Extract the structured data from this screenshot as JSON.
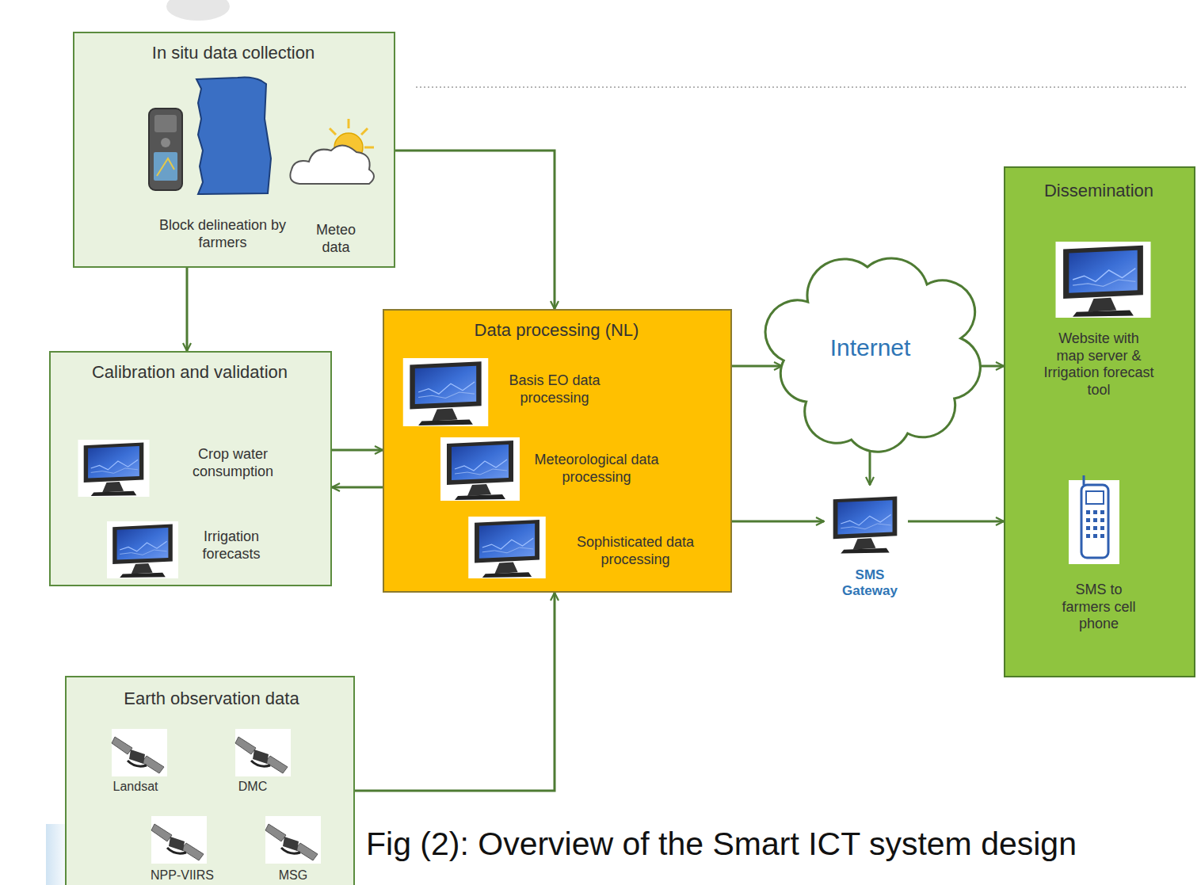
{
  "diagram": {
    "caption": "Fig (2): Overview of the Smart ICT system design",
    "nodes": [
      {
        "text": [
          "In situ data collection",
          "Block delineation by farmers",
          "Meteo data"
        ]
      },
      {
        "text": [
          "Calibration and validation",
          "Crop water consumption",
          "Irrigation forecasts"
        ]
      },
      {
        "text": [
          "Data processing (NL)",
          "Basis EO data processing",
          "Meteorological data processing",
          "Sophisticated data processing"
        ]
      },
      {
        "text": [
          "Internet"
        ]
      },
      {
        "text": [
          "SMS Gateway"
        ]
      },
      {
        "text": [
          "Dissemination",
          "Website with map server & Irrigation forecast tool",
          "SMS to farmers cell phone"
        ]
      },
      {
        "text": [
          "Earth observation data",
          "Landsat",
          "DMC",
          "NPP-VIIRS",
          "MSG"
        ]
      }
    ],
    "edges": [
      {
        "from": 0,
        "to": 1,
        "arrow": "to"
      },
      {
        "from": 0,
        "to": 2,
        "arrow": "to"
      },
      {
        "from": 1,
        "to": 2,
        "arrow": "to"
      },
      {
        "from": 2,
        "to": 1,
        "arrow": "to"
      },
      {
        "from": 6,
        "to": 2,
        "arrow": "to"
      },
      {
        "from": 2,
        "to": 3,
        "arrow": "to"
      },
      {
        "from": 3,
        "to": 5,
        "arrow": "to"
      },
      {
        "from": 3,
        "to": 4,
        "arrow": "to"
      },
      {
        "from": 2,
        "to": 4,
        "arrow": "to"
      },
      {
        "from": 4,
        "to": 5,
        "arrow": "to"
      }
    ]
  }
}
